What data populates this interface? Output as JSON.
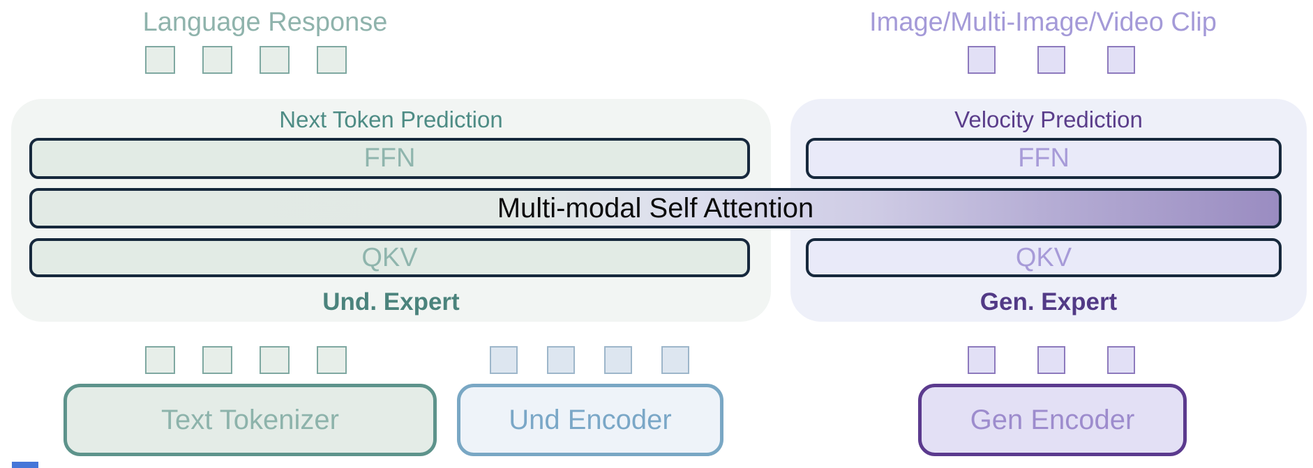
{
  "title_labels": {
    "language_response": "Language Response",
    "image_clip": "Image/Multi-Image/Video Clip"
  },
  "und_expert": {
    "header": "Next Token Prediction",
    "ffn": "FFN",
    "qkv": "QKV",
    "name": "Und. Expert"
  },
  "gen_expert": {
    "header": "Velocity Prediction",
    "ffn": "FFN",
    "qkv": "QKV",
    "name": "Gen. Expert"
  },
  "attention": {
    "label": "Multi-modal Self Attention"
  },
  "bottom": {
    "text_tokenizer": "Text Tokenizer",
    "und_encoder": "Und Encoder",
    "gen_encoder": "Gen Encoder"
  },
  "tokens": {
    "language_response": 4,
    "image_clip": 3,
    "text_input": 4,
    "und_encoder_input": 4,
    "gen_encoder_input": 3
  },
  "colors": {
    "und_text": "#8fb3ac",
    "und_header": "#4e8c85",
    "und_bold": "#4b837c",
    "gen_text": "#a49ad8",
    "gen_header": "#5b3e8b",
    "gen_bold": "#523a86",
    "block_border": "#16283c",
    "und_block_fill": "#e2ebe5",
    "gen_block_fill": "#e9eaf9",
    "und_panel_bg": "#f2f5f3",
    "gen_panel_bg": "#eef0f9",
    "attention_gradient_start": "#e2eae5",
    "attention_gradient_end": "#9a8cc1",
    "und_encoder_blue": "#79a7c4",
    "gen_encoder_purple": "#5b3a8e",
    "tokenizer_teal": "#5d938b"
  }
}
